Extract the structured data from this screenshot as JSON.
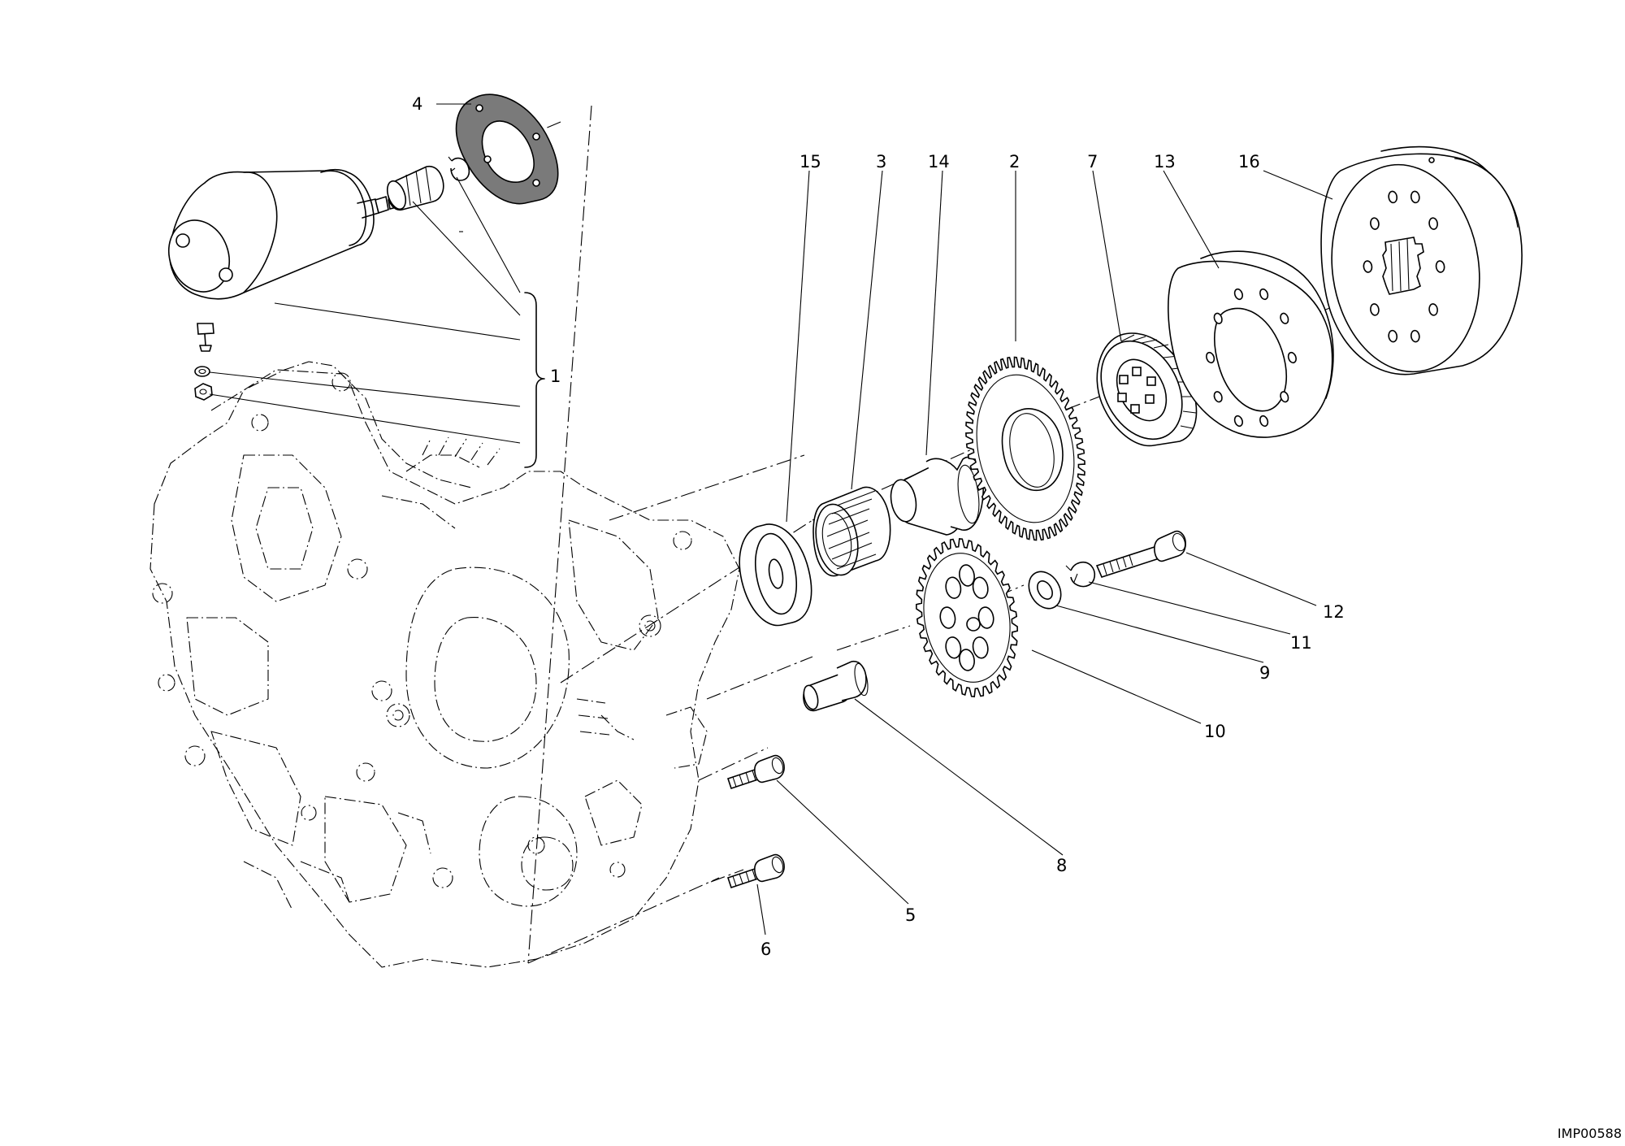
{
  "drawing_code": "IMP00588",
  "callouts": {
    "c1": "1",
    "c2": "2",
    "c3": "3",
    "c4": "4",
    "c5": "5",
    "c6": "6",
    "c7": "7",
    "c8": "8",
    "c9": "9",
    "c10": "10",
    "c11": "11",
    "c12": "12",
    "c13": "13",
    "c14": "14",
    "c15": "15",
    "c16": "16"
  }
}
